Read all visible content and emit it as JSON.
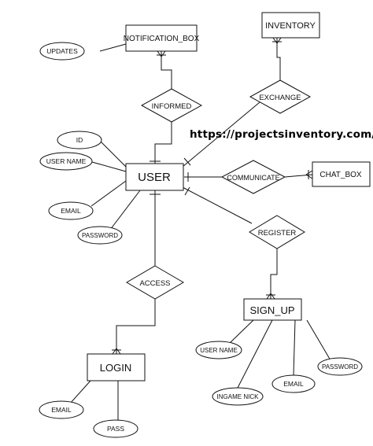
{
  "watermark_url": "https://projectsinventory.com/",
  "entities": {
    "notification_box": "NOTIFICATION_BOX",
    "inventory": "INVENTORY",
    "user": "USER",
    "chat_box": "CHAT_BOX",
    "sign_up": "SIGN_UP",
    "login": "LOGIN"
  },
  "relationships": {
    "informed": "INFORMED",
    "exchange": "EXCHANGE",
    "communicate": "COMMUNICATE",
    "register": "REGISTER",
    "access": "ACCESS"
  },
  "attributes": {
    "updates": "UPDATES",
    "user_id": "ID",
    "user_name": "USER NAME",
    "user_email": "EMAIL",
    "user_password": "PASSWORD",
    "signup_user_name": "USER NAME",
    "signup_password": "PASSWORD",
    "signup_email": "EMAIL",
    "signup_ingame_nick": "INGAME NICK",
    "login_email": "EMAIL",
    "login_pass": "PASS"
  }
}
